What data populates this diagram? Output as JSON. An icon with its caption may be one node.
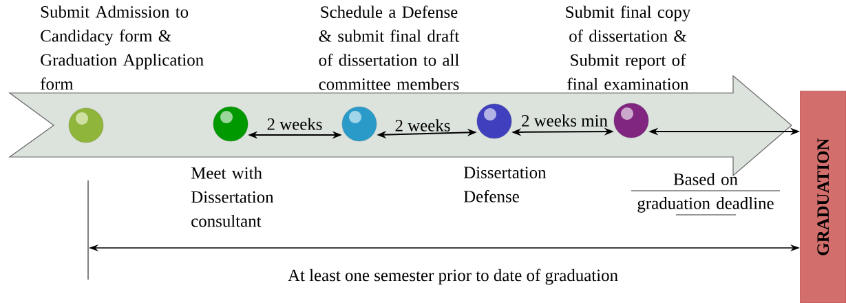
{
  "diagram": {
    "nodes": [
      {
        "text": [],
        "shape": "circle",
        "beside": [
          "Submit Admission to Candidacy form & Graduation Application form"
        ]
      },
      {
        "text": [],
        "shape": "circle",
        "beside": [
          "Meet with Dissertation consultant"
        ]
      },
      {
        "text": [],
        "shape": "circle",
        "beside": [
          "Schedule a Defense & submit final draft of dissertation to all committee members"
        ]
      },
      {
        "text": [],
        "shape": "circle",
        "beside": [
          "Dissertation Defense"
        ]
      },
      {
        "text": [],
        "shape": "circle",
        "beside": [
          "Submit final copy of dissertation & Submit report of final examination"
        ]
      },
      {
        "text": [
          "GRADUATION"
        ]
      }
    ],
    "edges": [
      {
        "from": 1,
        "to": 2,
        "arrow": "both",
        "label": "2 weeks"
      },
      {
        "from": 2,
        "to": 3,
        "arrow": "both",
        "label": "2 weeks"
      },
      {
        "from": 3,
        "to": 4,
        "arrow": "both",
        "label": "2 weeks min"
      },
      {
        "from": 4,
        "to": 5,
        "arrow": "both",
        "label": "Based on graduation deadline"
      }
    ],
    "labels": [
      "At least one semester prior to date of graduation"
    ]
  }
}
